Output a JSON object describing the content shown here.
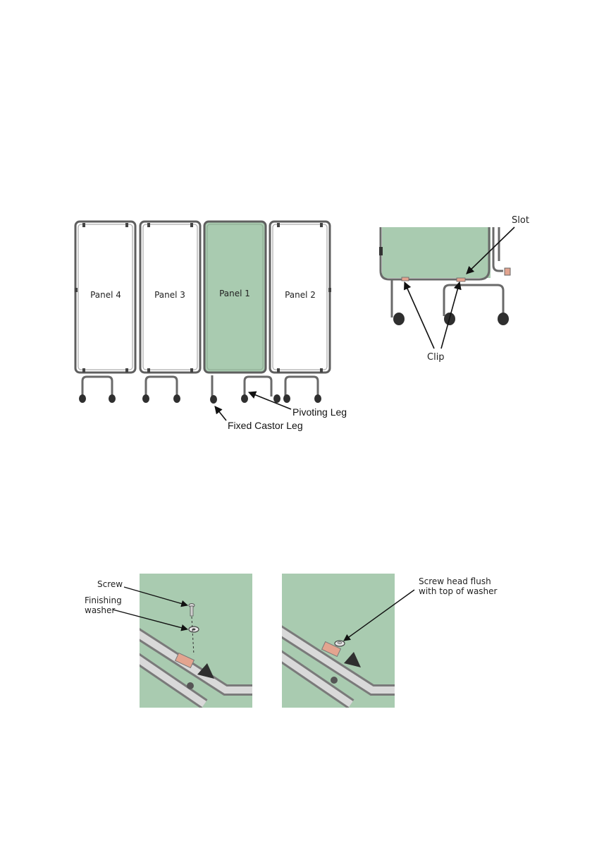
{
  "figure_a": {
    "panels": [
      {
        "id": "panel-4",
        "label": "Panel 4"
      },
      {
        "id": "panel-3",
        "label": "Panel 3"
      },
      {
        "id": "panel-1",
        "label": "Panel 1"
      },
      {
        "id": "panel-2",
        "label": "Panel 2"
      }
    ],
    "callouts": {
      "pivoting_leg": "Pivoting Leg",
      "fixed_castor_leg": "Fixed Castor Leg"
    }
  },
  "figure_b": {
    "callouts": {
      "slot": "Slot",
      "clip": "Clip"
    }
  },
  "figure_c": {
    "callouts": {
      "screw": "Screw",
      "finishing_washer_line1": "Finishing",
      "finishing_washer_line2": "washer"
    }
  },
  "figure_d": {
    "callouts": {
      "flush_line1": "Screw head flush",
      "flush_line2": "with top of washer"
    }
  },
  "colors": {
    "panel_fill_highlight": "#a9cbb0",
    "panel_fill_plain": "#ffffff",
    "frame_line": "#5f5f5f",
    "castor": "#2f2f2f",
    "clip_accent": "#e3a48f"
  }
}
